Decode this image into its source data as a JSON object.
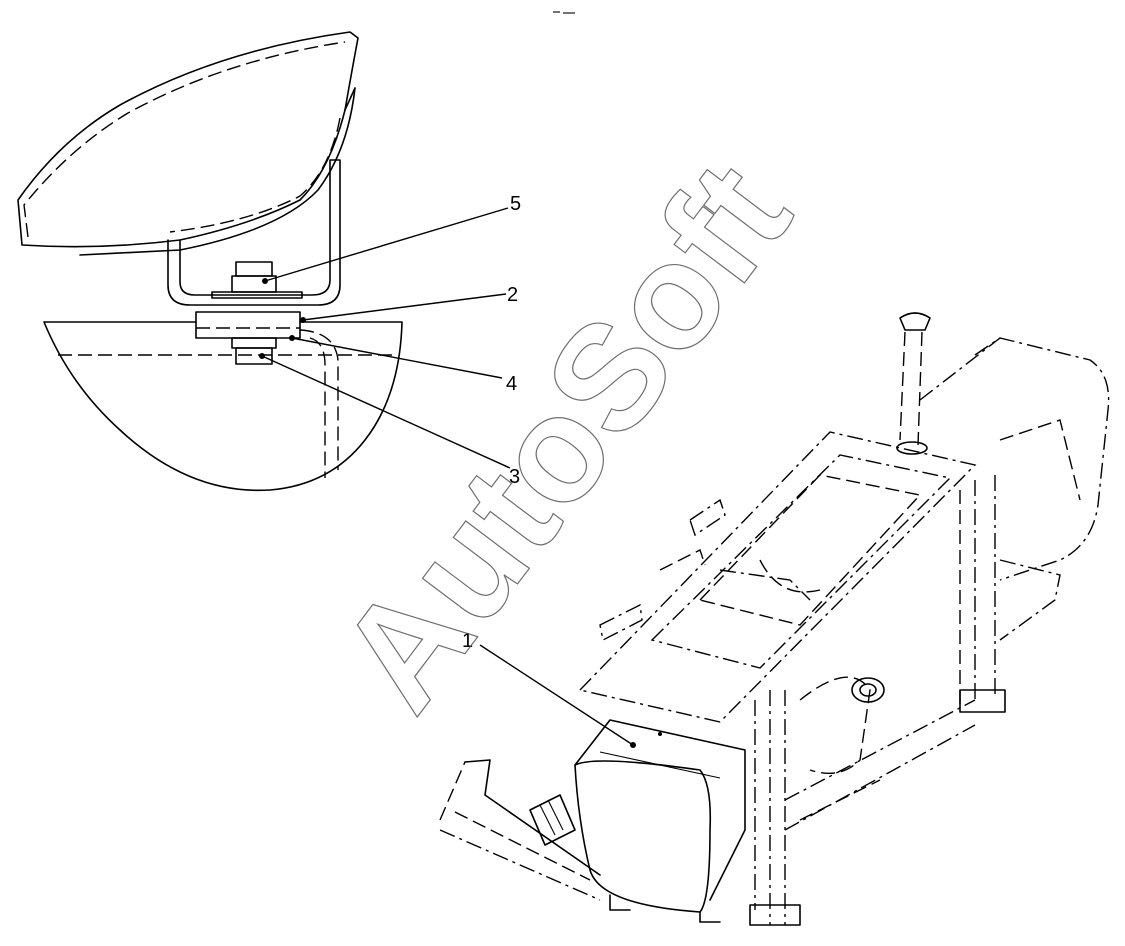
{
  "diagram": {
    "callouts": [
      {
        "id": "c5",
        "label": "5"
      },
      {
        "id": "c2",
        "label": "2"
      },
      {
        "id": "c4",
        "label": "4"
      },
      {
        "id": "c3",
        "label": "3"
      },
      {
        "id": "c1",
        "label": "1"
      }
    ],
    "watermark": "AutoSoft"
  }
}
